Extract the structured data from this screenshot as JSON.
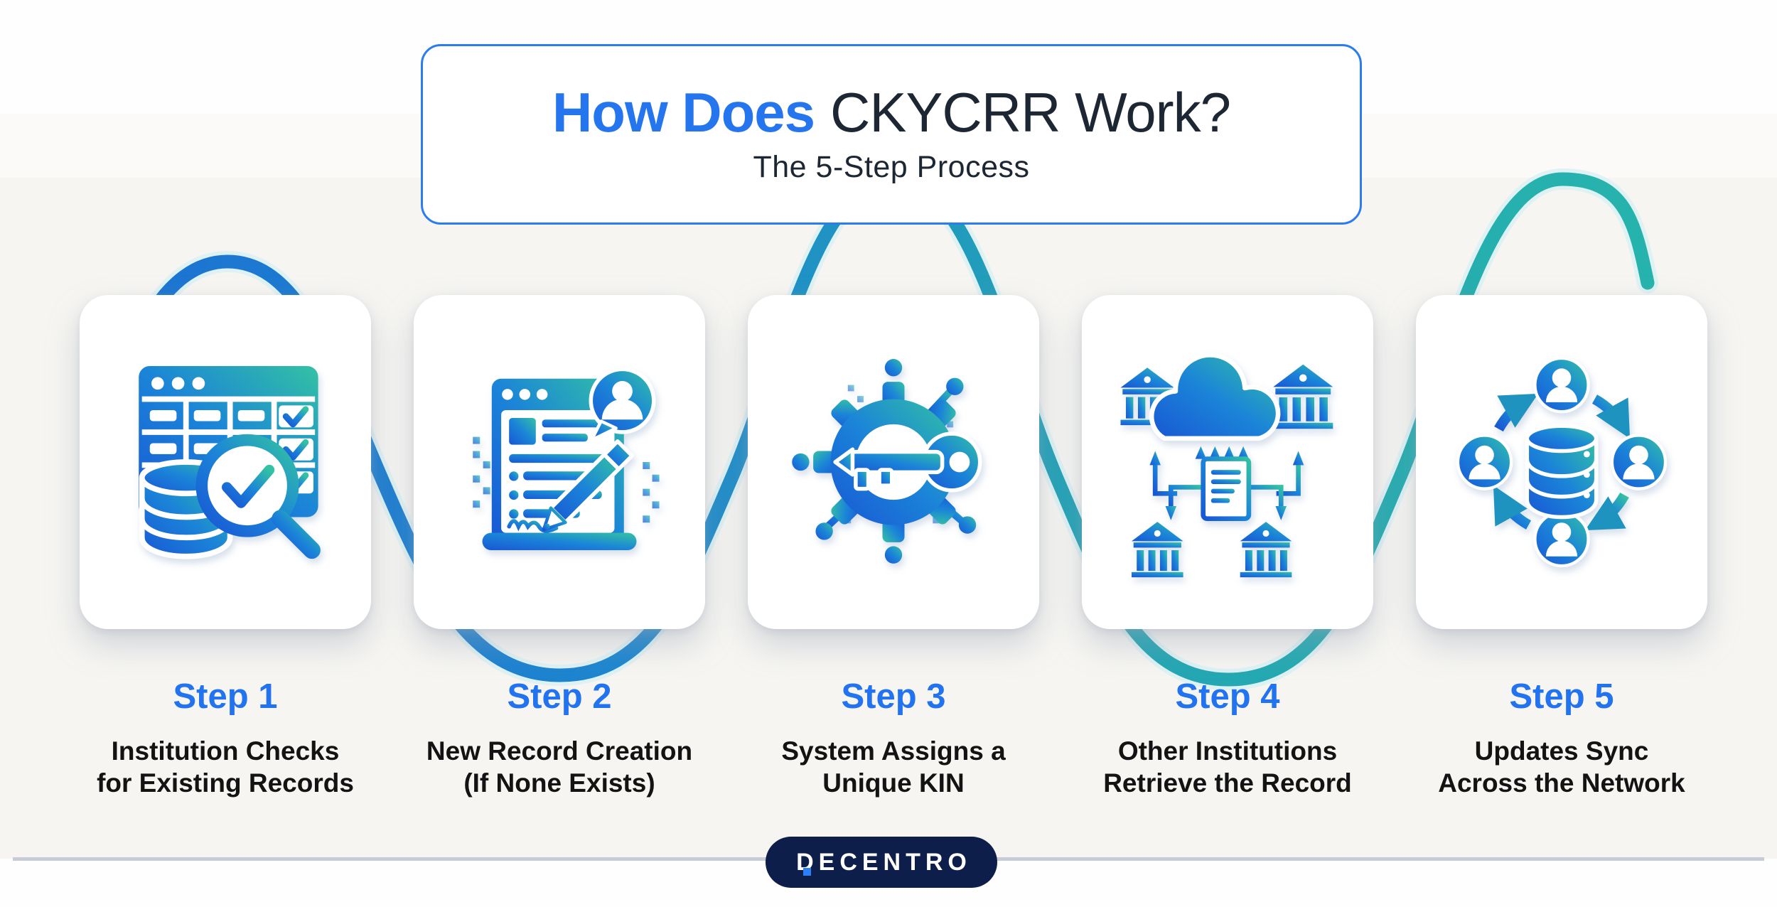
{
  "header": {
    "title_highlight": "How Does",
    "title_rest": "CKYCRR Work?",
    "subtitle": "The 5-Step Process"
  },
  "steps": [
    {
      "label": "Step 1",
      "desc_line1": "Institution Checks",
      "desc_line2": "for Existing Records",
      "icon": "records-search-icon"
    },
    {
      "label": "Step 2",
      "desc_line1": "New Record Creation",
      "desc_line2": "(If None Exists)",
      "icon": "record-creation-icon"
    },
    {
      "label": "Step 3",
      "desc_line1": "System Assigns a",
      "desc_line2": "Unique KIN",
      "icon": "kin-key-icon"
    },
    {
      "label": "Step 4",
      "desc_line1": "Other Institutions",
      "desc_line2": "Retrieve the Record",
      "icon": "institutions-cloud-icon"
    },
    {
      "label": "Step 5",
      "desc_line1": "Updates Sync",
      "desc_line2": "Across the Network",
      "icon": "sync-network-icon"
    }
  ],
  "footer": {
    "brand": "DECENTRO"
  },
  "colors": {
    "accent_blue": "#2575ee",
    "dark_navy": "#1d2633",
    "text_dark": "#131313",
    "pill_navy": "#0e1e4a",
    "line_blue": "#1b6fd2",
    "line_teal": "#27b3ab",
    "icon_gradient_blue": "#1857d4",
    "icon_gradient_teal": "#33c2a3",
    "divider_gray": "#c8ccd8",
    "title_border_blue": "#2b7cf0"
  }
}
